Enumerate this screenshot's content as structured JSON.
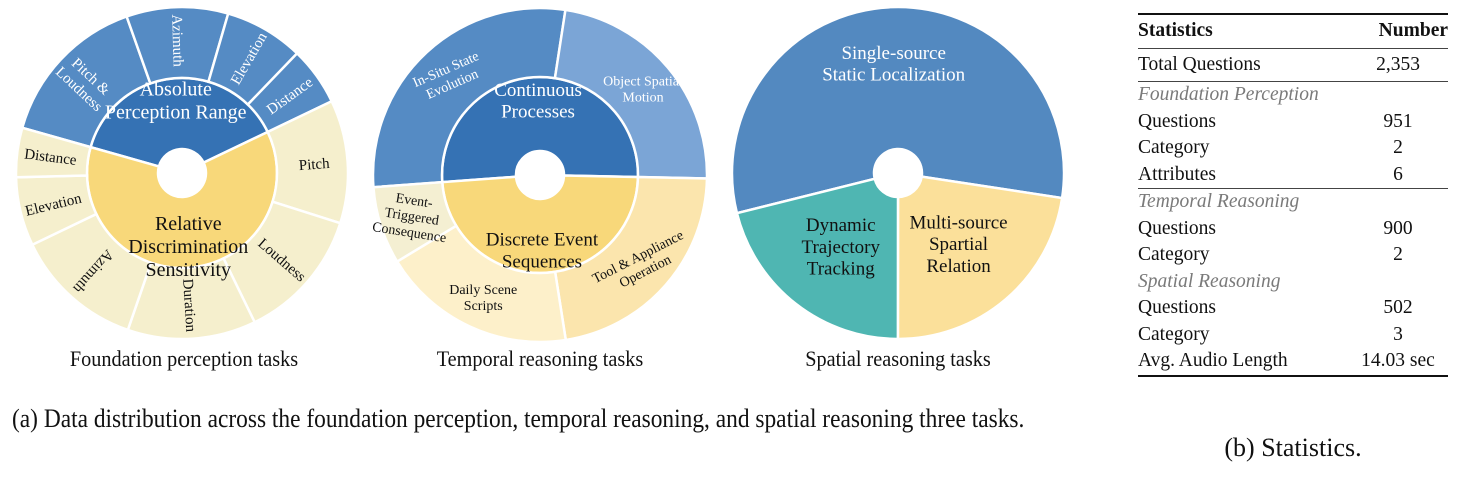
{
  "chart_data": [
    {
      "type": "sunburst",
      "title": "Foundation perception tasks",
      "inner": [
        {
          "label": "Absolute Perception Range",
          "lines": [
            "Absolute",
            "Perception Range"
          ],
          "color": "#3572b4",
          "text_color": "#ffffff",
          "share_pct": 38.5,
          "children": [
            {
              "label": "Pitch & Loudness",
              "lines": [
                "Pitch &",
                "Loudness"
              ],
              "share_pct": 15.2,
              "color": "#558bc4",
              "text_color": "#ffffff"
            },
            {
              "label": "Azimuth",
              "lines": [
                "Azimuth"
              ],
              "share_pct": 9.9,
              "color": "#558bc4",
              "text_color": "#ffffff"
            },
            {
              "label": "Elevation",
              "lines": [
                "Elevation"
              ],
              "share_pct": 7.7,
              "color": "#558bc4",
              "text_color": "#ffffff"
            },
            {
              "label": "Distance",
              "lines": [
                "Distance"
              ],
              "share_pct": 5.7,
              "color": "#558bc4",
              "text_color": "#ffffff"
            }
          ]
        },
        {
          "label": "Relative Discrimination Sensitivity",
          "lines": [
            "Relative",
            "Discrimination",
            "Sensitivity"
          ],
          "color": "#f8d87a",
          "text_color": "#111111",
          "share_pct": 61.5,
          "children": [
            {
              "label": "Pitch",
              "lines": [
                "Pitch"
              ],
              "share_pct": 12.0,
              "color": "#f5efcd",
              "text_color": "#111111"
            },
            {
              "label": "Loudness",
              "lines": [
                "Loudness"
              ],
              "share_pct": 12.9,
              "color": "#f5efcd",
              "text_color": "#111111"
            },
            {
              "label": "Duration",
              "lines": [
                "Duration"
              ],
              "share_pct": 12.5,
              "color": "#f5efcd",
              "text_color": "#111111"
            },
            {
              "label": "Azimuth",
              "lines": [
                "Azimuth"
              ],
              "share_pct": 12.6,
              "color": "#f5efcd",
              "text_color": "#111111"
            },
            {
              "label": "Elevation",
              "lines": [
                "Elevation"
              ],
              "share_pct": 6.7,
              "color": "#f5efcd",
              "text_color": "#111111"
            },
            {
              "label": "Distance",
              "lines": [
                "Distance"
              ],
              "share_pct": 4.8,
              "color": "#f5efcd",
              "text_color": "#111111"
            }
          ]
        }
      ]
    },
    {
      "type": "sunburst",
      "title": "Temporal reasoning tasks",
      "inner": [
        {
          "label": "Continuous Processes",
          "lines": [
            "Continuous",
            "Processes"
          ],
          "color": "#3572b4",
          "text_color": "#ffffff",
          "share_pct": 51.5,
          "children": [
            {
              "label": "In-Situ State Evolution",
              "lines": [
                "In-Situ State",
                "Evolution"
              ],
              "share_pct": 28.6,
              "color": "#558bc4",
              "text_color": "#ffffff"
            },
            {
              "label": "Object Spatial Motion",
              "lines": [
                "Object Spatial",
                "Motion"
              ],
              "share_pct": 22.9,
              "color": "#7ba5d6",
              "text_color": "#ffffff"
            }
          ]
        },
        {
          "label": "Discrete Event Sequences",
          "lines": [
            "Discrete Event",
            "Sequences"
          ],
          "color": "#f8d87a",
          "text_color": "#111111",
          "share_pct": 48.5,
          "children": [
            {
              "label": "Tool & Appliance Operation",
              "lines": [
                "Tool & Appliance",
                "Operation"
              ],
              "share_pct": 22.2,
              "color": "#fbe5ad",
              "text_color": "#111111"
            },
            {
              "label": "Daily Scene Scripts",
              "lines": [
                "Daily Scene",
                "Scripts"
              ],
              "share_pct": 18.8,
              "color": "#fdf0ca",
              "text_color": "#111111"
            },
            {
              "label": "Event-Triggered Consequence",
              "lines": [
                "Event-",
                "Triggered",
                "Consequence"
              ],
              "share_pct": 7.5,
              "color": "#f4efd2",
              "text_color": "#111111"
            }
          ]
        }
      ]
    },
    {
      "type": "pie",
      "title": "Spatial reasoning tasks",
      "slices": [
        {
          "label": "Single-source Static Localization",
          "lines": [
            "Single-source",
            "Static Localization"
          ],
          "share_pct": 56.3,
          "color": "#5389c0",
          "text_color": "#ffffff"
        },
        {
          "label": "Multi-source Spartial Relation",
          "lines": [
            "Multi-source",
            "Spartial",
            "Relation"
          ],
          "share_pct": 22.6,
          "color": "#fbe09a",
          "text_color": "#111111"
        },
        {
          "label": "Dynamic Trajectory Tracking",
          "lines": [
            "Dynamic",
            "Trajectory",
            "Tracking"
          ],
          "share_pct": 21.1,
          "color": "#4fb6b2",
          "text_color": "#111111"
        }
      ]
    }
  ],
  "captions": {
    "chart1": "Foundation perception tasks",
    "chart2": "Temporal reasoning tasks",
    "chart3": "Spatial reasoning tasks",
    "figure_a": "(a) Data distribution across the foundation perception, temporal reasoning, and spatial reasoning three tasks.",
    "figure_b": "(b) Statistics."
  },
  "stats_table": {
    "headers": {
      "col1": "Statistics",
      "col2": "Number"
    },
    "total": {
      "label": "Total Questions",
      "value": "2,353"
    },
    "foundation": {
      "title": "Foundation Perception",
      "rows": [
        {
          "label": "Questions",
          "value": "951"
        },
        {
          "label": "Category",
          "value": "2"
        },
        {
          "label": "Attributes",
          "value": "6"
        }
      ]
    },
    "temporal": {
      "title": "Temporal Reasoning",
      "rows": [
        {
          "label": "Questions",
          "value": "900"
        },
        {
          "label": "Category",
          "value": "2"
        }
      ]
    },
    "spatial": {
      "title": "Spatial Reasoning",
      "rows": [
        {
          "label": "Questions",
          "value": "502"
        },
        {
          "label": "Category",
          "value": "3"
        },
        {
          "label": "Avg. Audio Length",
          "value": "14.03 sec"
        }
      ]
    }
  }
}
